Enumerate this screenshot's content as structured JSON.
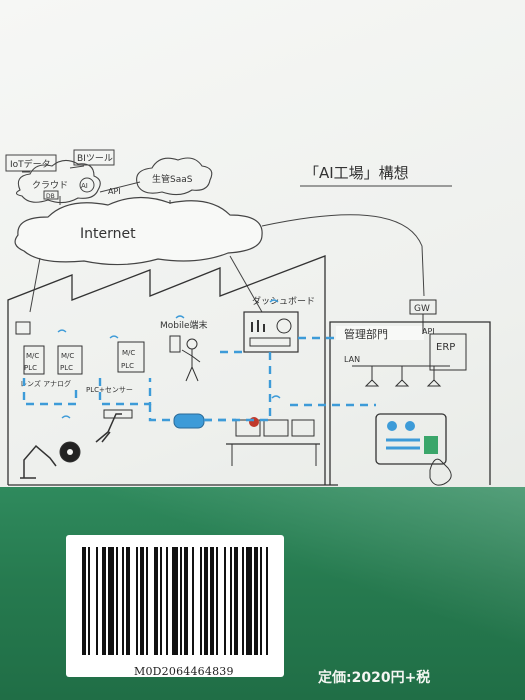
{
  "diagram": {
    "title": "「AI工場」構想",
    "cloud_main": "Internet",
    "iot_data": "IoTデータ",
    "bi_tools": "BIツール",
    "cloud_service": "クラウド",
    "ai_badge": "AI",
    "db_badge": "DB",
    "api_label": "API",
    "production_saas": "生管SaaS",
    "dashboard": "ダッシュボード",
    "mobile_terminal": "Mobile端末",
    "management_dept": "管理部門",
    "api_label_2": "API",
    "erp": "ERP",
    "lan": "LAN",
    "gw": "GW",
    "plc_left": "PLC",
    "mc": "M/C",
    "plc_sensor_label": "PLC+センサー",
    "sensor_label": "レンズ\nアナログ"
  },
  "barcode": {
    "code": "M0D2064464839"
  },
  "price": {
    "label": "定価:2020円+税"
  },
  "colors": {
    "cover_green": "#267a4f",
    "cover_white": "#f3f4f2",
    "dashed_line": "#3d9bd8",
    "accent_red": "#c0392b"
  }
}
